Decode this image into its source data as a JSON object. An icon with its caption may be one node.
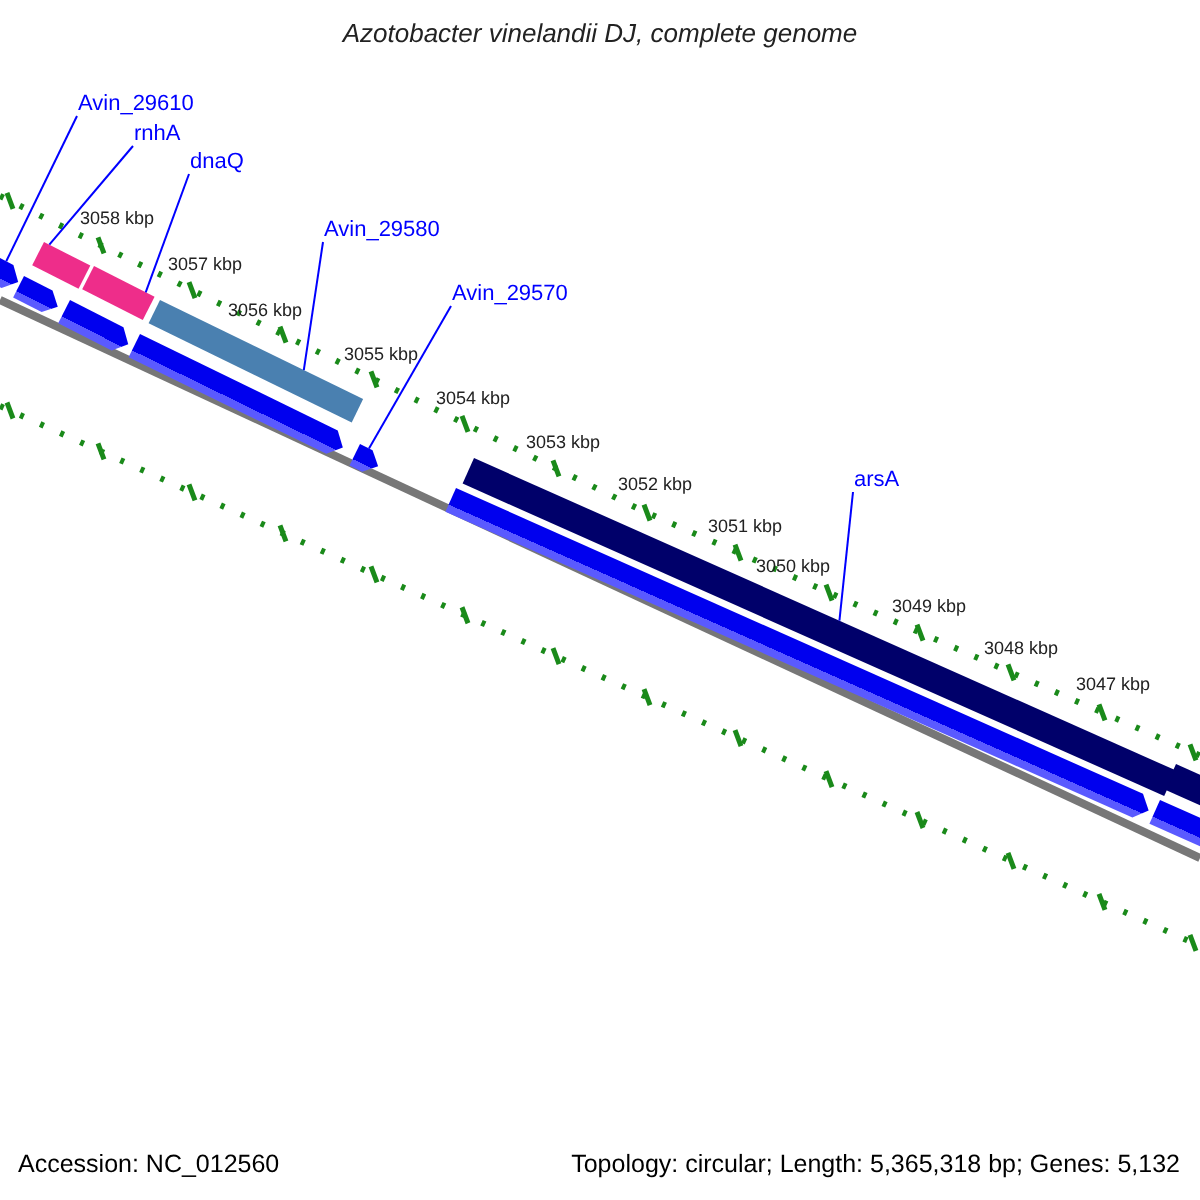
{
  "diagram": {
    "title": "Azotobacter vinelandii DJ, complete genome",
    "nodes": [
      {
        "text": [
          "Avin_29610"
        ]
      },
      {
        "text": [
          "rnhA"
        ]
      },
      {
        "text": [
          "dnaQ"
        ]
      },
      {
        "text": [
          "Avin_29580"
        ]
      },
      {
        "text": [
          "Avin_29570"
        ]
      },
      {
        "text": [
          "arsA"
        ]
      },
      {
        "text": [],
        "shape": "arrow"
      },
      {
        "text": [],
        "shape": "bar"
      },
      {
        "text": [],
        "shape": "bar"
      },
      {
        "text": [],
        "shape": "bar"
      },
      {
        "text": [],
        "shape": "arrow"
      },
      {
        "text": [],
        "shape": "bar"
      }
    ],
    "edges": [
      {
        "from": 0,
        "to": 6,
        "arrow": "none"
      },
      {
        "from": 1,
        "to": 7,
        "arrow": "none"
      },
      {
        "from": 2,
        "to": 8,
        "arrow": "none"
      },
      {
        "from": 3,
        "to": 9,
        "arrow": "none"
      },
      {
        "from": 4,
        "to": 10,
        "arrow": "none"
      },
      {
        "from": 5,
        "to": 11,
        "arrow": "none"
      }
    ],
    "labels": [
      "3058 kbp",
      "3057 kbp",
      "3056 kbp",
      "3055 kbp",
      "3054 kbp",
      "3053 kbp",
      "3052 kbp",
      "3051 kbp",
      "3050 kbp",
      "3049 kbp",
      "3048 kbp",
      "3047 kbp",
      "Accession: NC_012560",
      "Topology: circular; Length: 5,365,318 bp; Genes: 5,132"
    ]
  }
}
